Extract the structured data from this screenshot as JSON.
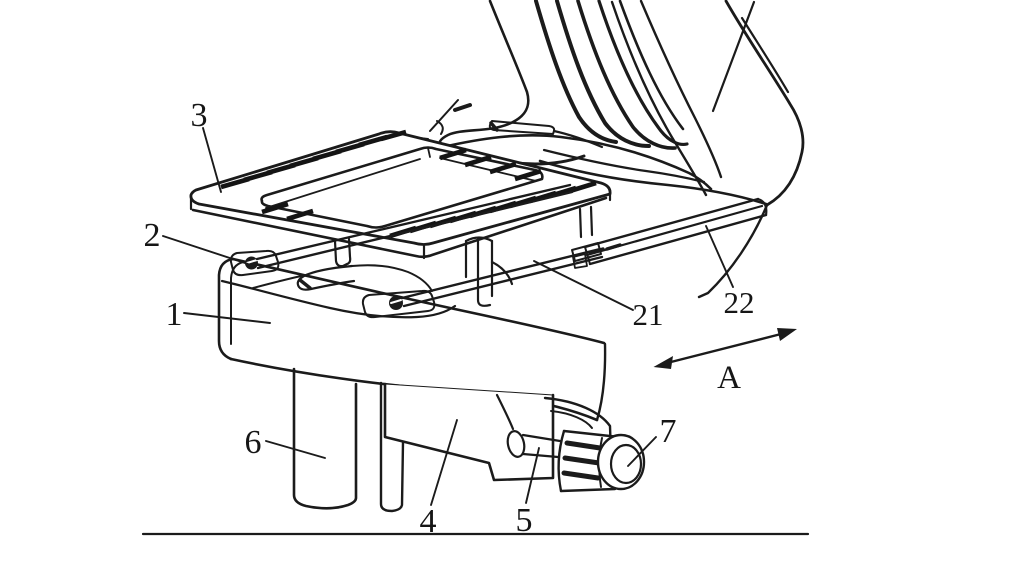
{
  "figure": {
    "background_color": "#ffffff",
    "line_color": "#1b1b1b",
    "reference_labels": [
      {
        "ref": "1"
      },
      {
        "ref": "2"
      },
      {
        "ref": "3"
      },
      {
        "ref": "4"
      },
      {
        "ref": "5"
      },
      {
        "ref": "6"
      },
      {
        "ref": "7"
      },
      {
        "ref": "21"
      },
      {
        "ref": "22"
      }
    ],
    "motion_arrow": {
      "label": "A"
    }
  }
}
